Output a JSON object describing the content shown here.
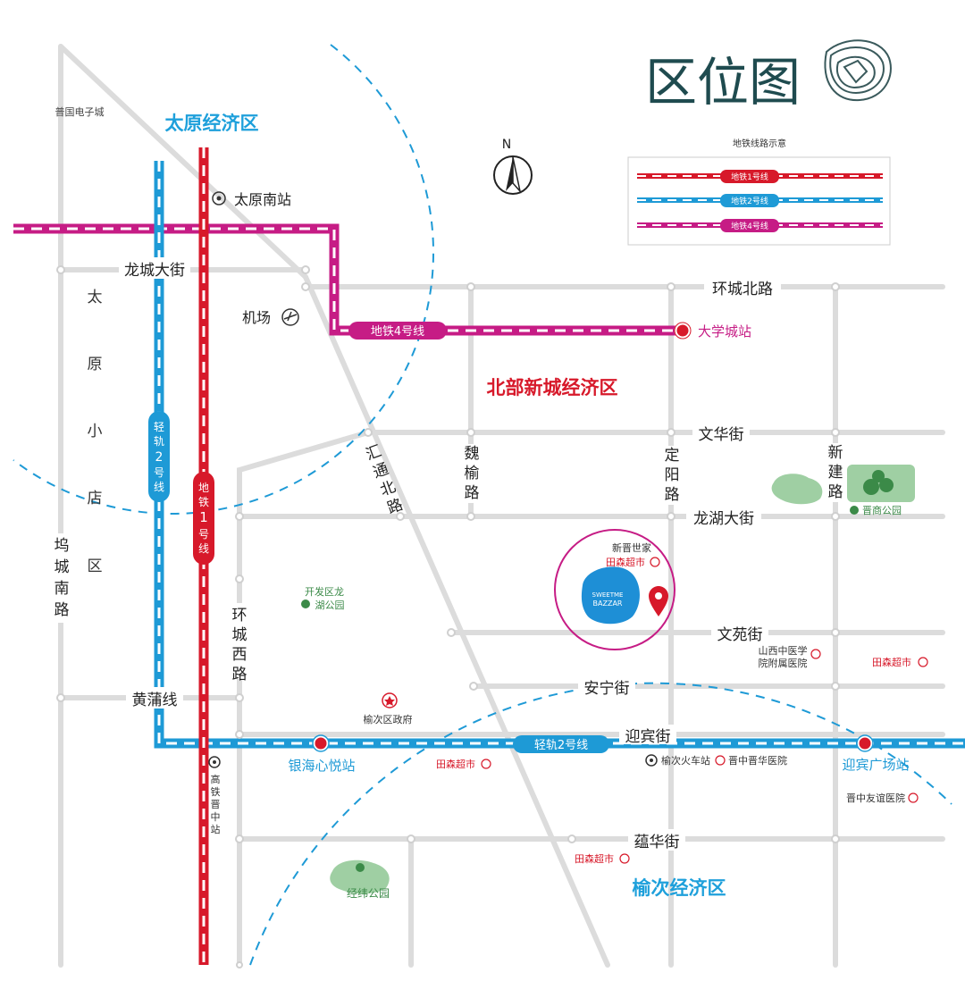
{
  "title": "区位图",
  "north": "N",
  "legend": {
    "title": "地铁线路示意",
    "line1": "地铁1号线",
    "line2": "地铁2号线",
    "line4": "地铁4号线"
  },
  "zones": {
    "taiyuan": "太原经济区",
    "north": "北部新城经济区",
    "yuci": "榆次经济区",
    "xiaodian": [
      "太",
      "原",
      "小",
      "店",
      "区"
    ]
  },
  "roads": {
    "wucheng": [
      "坞",
      "城",
      "南",
      "路"
    ],
    "longcheng": "龙城大街",
    "huancheng_north": "环城北路",
    "wenhua": "文华街",
    "longhu": "龙湖大街",
    "wenyuan": "文苑街",
    "anning": "安宁街",
    "yingbin": "迎宾街",
    "yunhua": "蕴华街",
    "huangpu": "黄蒲线",
    "huitong": [
      "汇",
      "通",
      "北",
      "路"
    ],
    "weiyu": [
      "魏",
      "榆",
      "路"
    ],
    "dingyang": [
      "定",
      "阳",
      "路"
    ],
    "xinjian": [
      "新",
      "建",
      "路"
    ],
    "huancheng_west": [
      "环",
      "城",
      "西",
      "路"
    ]
  },
  "metro": {
    "line4": "地铁4号线",
    "line1": [
      "地",
      "铁",
      "1",
      "号",
      "线"
    ],
    "light2_vertical": [
      "轻",
      "轨",
      "2",
      "号",
      "线"
    ],
    "light2_h": "轻轨2号线"
  },
  "places": {
    "puguo": "普国电子城",
    "taiyuan_south": "太原南站",
    "airport": "机场",
    "university": "大学城站",
    "jinci_park": "晋商公园",
    "xinjin": "新晋世家",
    "tiansen1": "田森超市",
    "kaifa_park_l1": "开发区龙",
    "kaifa_park_l2": "湖公园",
    "hospital_l1": "山西中医学",
    "hospital_l2": "院附属医院",
    "tiansen2": "田森超市",
    "yuci_gov": "榆次区政府",
    "yinhai": "银海心悦站",
    "tiansen3": "田森超市",
    "yuci_station": "榆次火车站",
    "jinzhong_jinhua": "晋中晋华医院",
    "yingbin_sq": "迎宾广场站",
    "youyi": "晋中友谊医院",
    "gaotie": [
      "高",
      "铁",
      "晋",
      "中",
      "站"
    ],
    "tiansen4": "田森超市",
    "jingwei_park": "经纬公园"
  },
  "project": {
    "en1": "SWEETME",
    "en2": "BAZZAR"
  },
  "colors": {
    "road": "#dcdcdc",
    "line1": "#d7192a",
    "line2": "#1e9ad6",
    "line4": "#c61c85",
    "title": "#1f4b4f",
    "zone_blue": "#1ea0db",
    "zone_red": "#d7192a",
    "project_blue": "#1e8fd6"
  }
}
